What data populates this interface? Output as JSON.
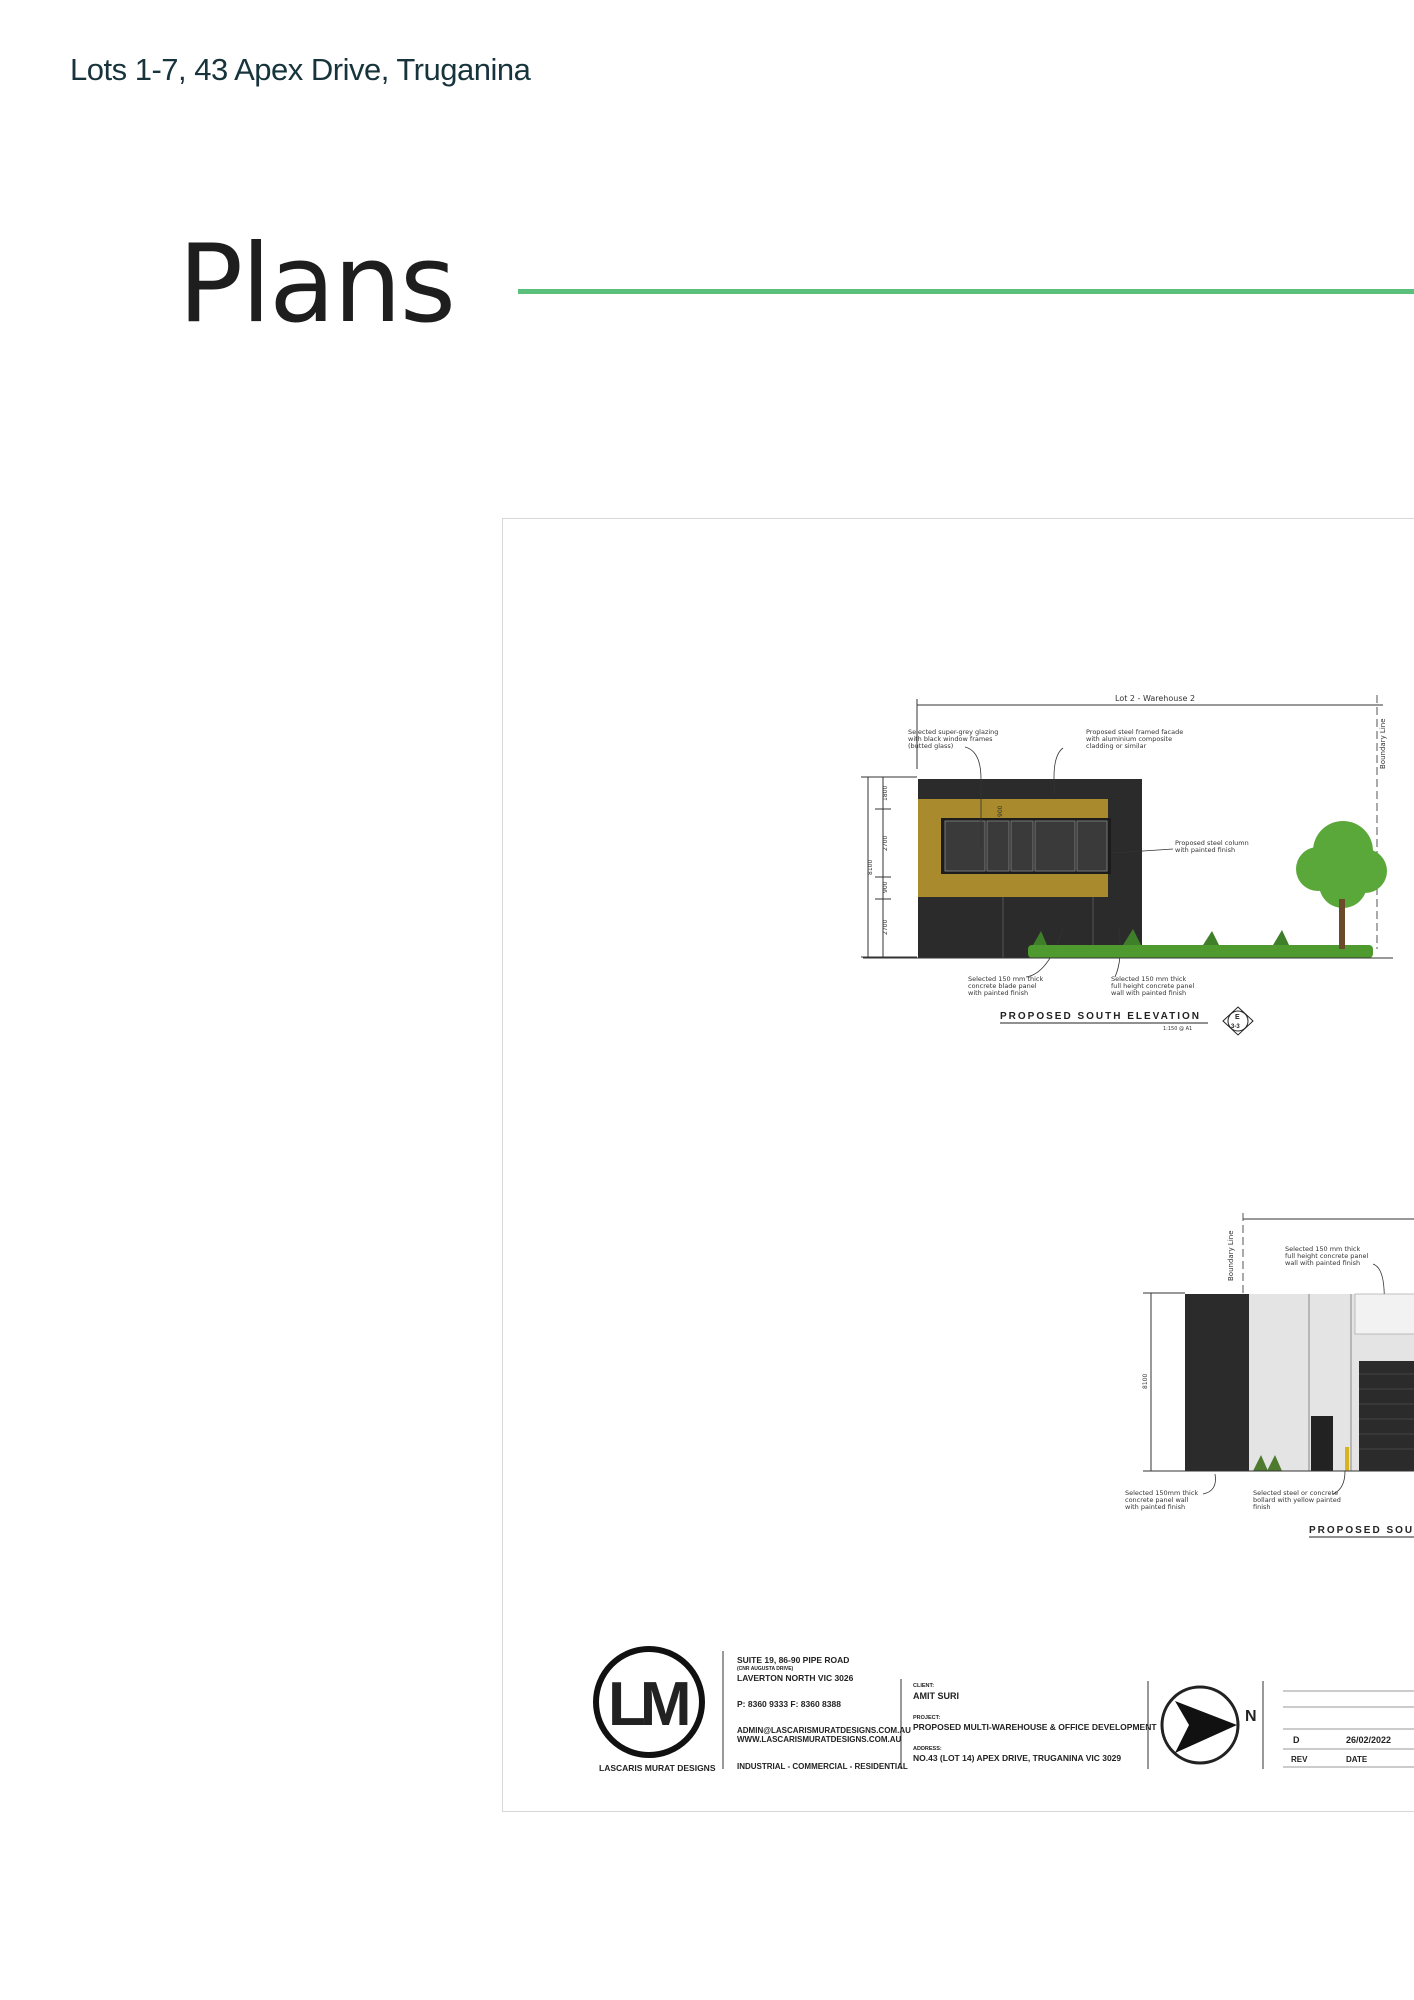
{
  "header": {
    "address": "Lots 1-7, 43 Apex Drive, Truganina",
    "title": "Plans"
  },
  "drawing": {
    "elevation1": {
      "lot_label": "Lot 2 - Warehouse 2",
      "boundary_label": "Boundary Line",
      "note_glazing": [
        "Selected super-grey glazing",
        "with black window frames",
        "(butted glass)"
      ],
      "note_facade": [
        "Proposed steel framed facade",
        "with aluminium composite",
        "cladding or similar"
      ],
      "note_column": [
        "Proposed steel column",
        "with painted finish"
      ],
      "note_blade": [
        "Selected 150 mm thick",
        "concrete blade panel",
        "with painted finish"
      ],
      "note_panel": [
        "Selected 150 mm thick",
        "full height concrete panel",
        "wall with painted finish"
      ],
      "dims": [
        "1800",
        "2700",
        "900",
        "2700",
        "8100",
        "900"
      ],
      "caption": "PROPOSED SOUTH ELEVATION",
      "scale": "1:150 @ A1",
      "marker": [
        "E",
        "3-3"
      ]
    },
    "elevation2": {
      "boundary_label": "Boundary Line",
      "note_panel": [
        "Selected 150 mm thick",
        "full height concrete panel",
        "wall with painted finish"
      ],
      "note_wall": [
        "Selected 150mm thick",
        "concrete panel wall",
        "with painted finish"
      ],
      "note_bollard": [
        "Selected steel or concrete",
        "bollard with yellow painted",
        "finish"
      ],
      "dim": "8100",
      "caption": "PROPOSED SOU"
    },
    "title_block": {
      "logo_text": "LM",
      "firm_name": "LASCARIS MURAT DESIGNS",
      "office_address_1": "SUITE 19, 86-90 PIPE ROAD",
      "office_address_sub": "(CNR AUGUSTA DRIVE)",
      "office_address_2": "LAVERTON NORTH VIC 3026",
      "phone": "P: 8360 9333   F: 8360 8388",
      "email": "ADMIN@LASCARISMURATDESIGNS.COM.AU",
      "website": "WWW.LASCARISMURATDESIGNS.COM.AU",
      "tagline": "INDUSTRIAL - COMMERCIAL - RESIDENTIAL",
      "client_label": "CLIENT:",
      "client": "AMIT SURI",
      "project_label": "PROJECT:",
      "project": "PROPOSED MULTI-WAREHOUSE & OFFICE DEVELOPMENT",
      "address_label": "ADDRESS:",
      "address": "NO.43 (LOT 14) APEX DRIVE, TRUGANINA VIC 3029",
      "north": "N",
      "rev": "D",
      "date": "26/02/2022",
      "rev_header": "REV",
      "date_header": "DATE"
    },
    "colors": {
      "accent_rule": "#5cc07d",
      "cladding_gold": "#a98a2c",
      "panel_dark": "#2b2b2b",
      "foliage": "#4e9a2f"
    }
  }
}
